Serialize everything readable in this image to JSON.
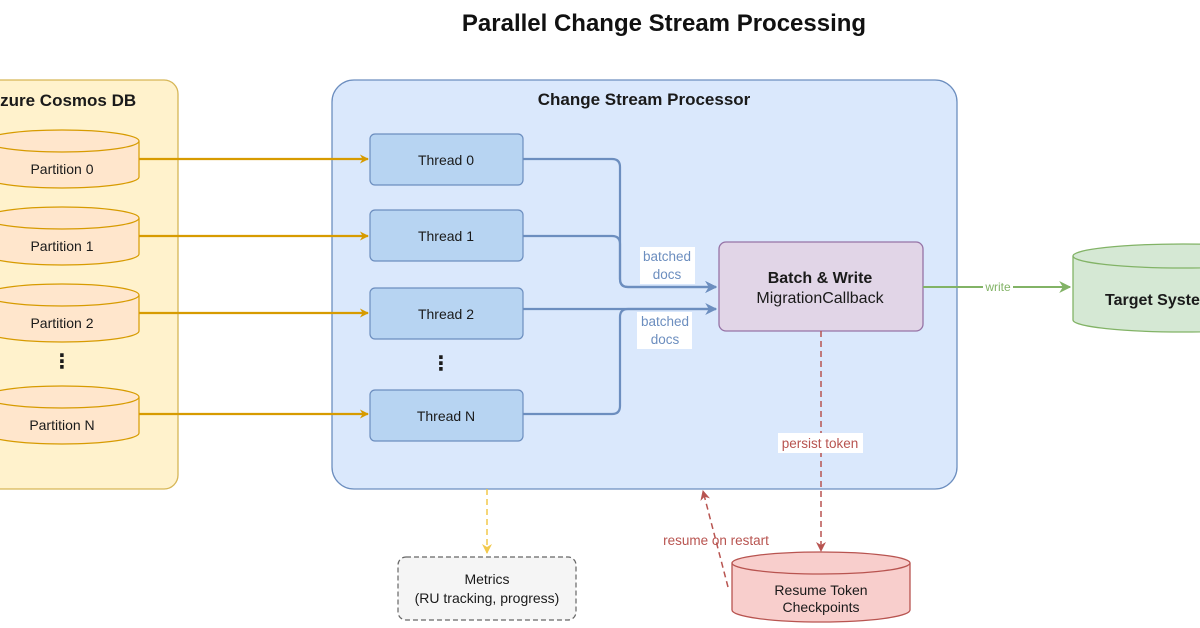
{
  "title": "Parallel Change Stream Processing",
  "source": {
    "title": "Azure Cosmos DB",
    "partitions": [
      "Partition 0",
      "Partition 1",
      "Partition 2",
      "Partition N"
    ],
    "ellipsis": "⋮"
  },
  "processor": {
    "title": "Change Stream Processor",
    "threads": [
      "Thread 0",
      "Thread 1",
      "Thread 2",
      "Thread N"
    ],
    "ellipsis": "⋮",
    "batch": {
      "line1": "Batch & Write",
      "line2": "MigrationCallback"
    }
  },
  "edges": {
    "batched_docs_line1": "batched",
    "batched_docs_line2": "docs",
    "write": "write",
    "persist_token": "persist token",
    "resume_on_restart": "resume on restart"
  },
  "target": {
    "label": "Target System"
  },
  "metrics": {
    "line1": "Metrics",
    "line2": "(RU tracking, progress)"
  },
  "resume_store": {
    "line1": "Resume Token",
    "line2": "Checkpoints"
  },
  "colors": {
    "source_fill": "#fff2cc",
    "source_stroke": "#d6b656",
    "partition_fill": "#ffe6cc",
    "partition_stroke": "#d79b00",
    "processor_fill": "#dae8fc",
    "processor_stroke": "#6c8ebf",
    "thread_fill": "#b7d4f2",
    "batch_fill": "#e1d5e7",
    "batch_stroke": "#9673a6",
    "target_fill": "#d5e8d4",
    "target_stroke": "#82b366",
    "metrics_fill": "#f5f5f5",
    "metrics_stroke": "#666666",
    "resume_fill": "#f8cecc",
    "resume_stroke": "#b85450",
    "arrow_orange": "#d79b00",
    "arrow_yellow": "#f2c94c"
  }
}
